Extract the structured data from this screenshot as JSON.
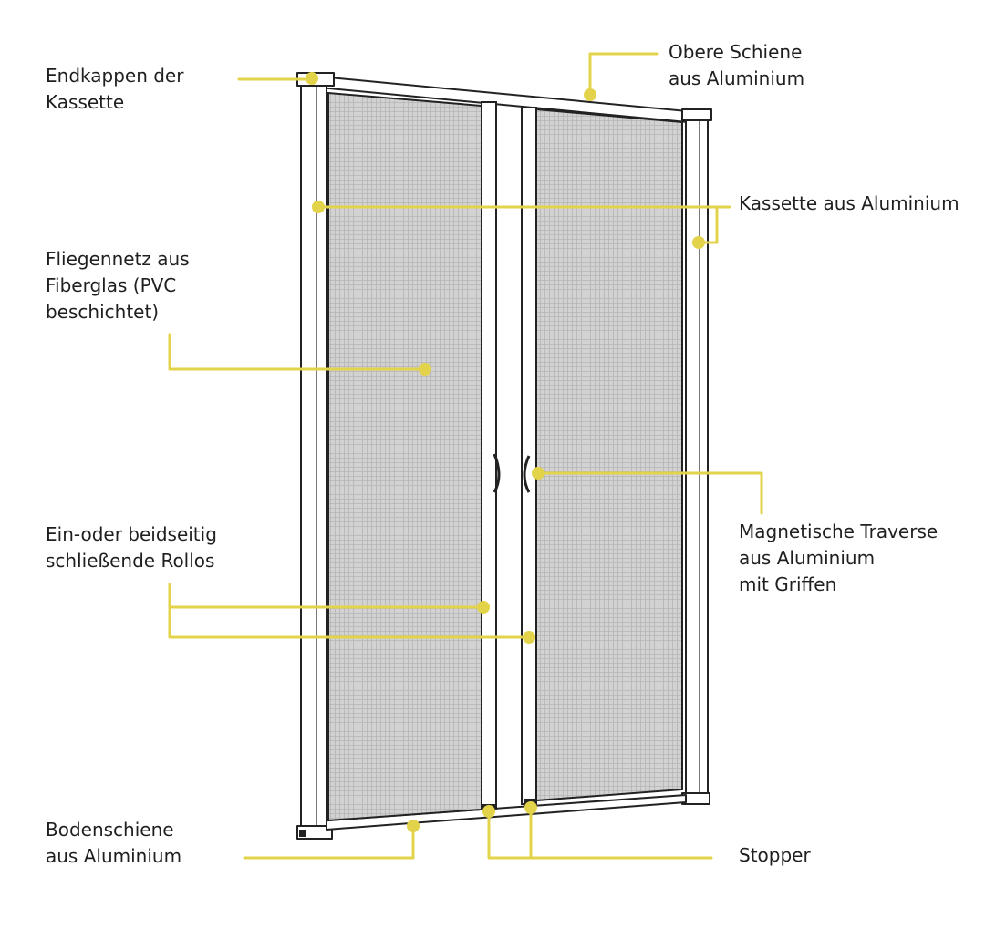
{
  "colors": {
    "callout": "#e3d34a",
    "frame_stroke": "#222222",
    "mesh": "#c9c9c9",
    "text": "#1f1f1f"
  },
  "labels": {
    "endkappen": [
      "Endkappen der",
      "Kassette"
    ],
    "obere_schiene": [
      "Obere Schiene",
      "aus Aluminium"
    ],
    "kassette": [
      "Kassette aus Aluminium"
    ],
    "fliegennetz": [
      "Fliegennetz aus",
      "Fiberglas (PVC",
      "beschichtet)"
    ],
    "rollos": [
      "Ein-oder beidseitig",
      "schließende Rollos"
    ],
    "traverse": [
      "Magnetische Traverse",
      "aus Aluminium",
      "mit Griffen"
    ],
    "bodenschiene": [
      "Bodenschiene",
      "aus Aluminium"
    ],
    "stopper": [
      "Stopper"
    ]
  }
}
